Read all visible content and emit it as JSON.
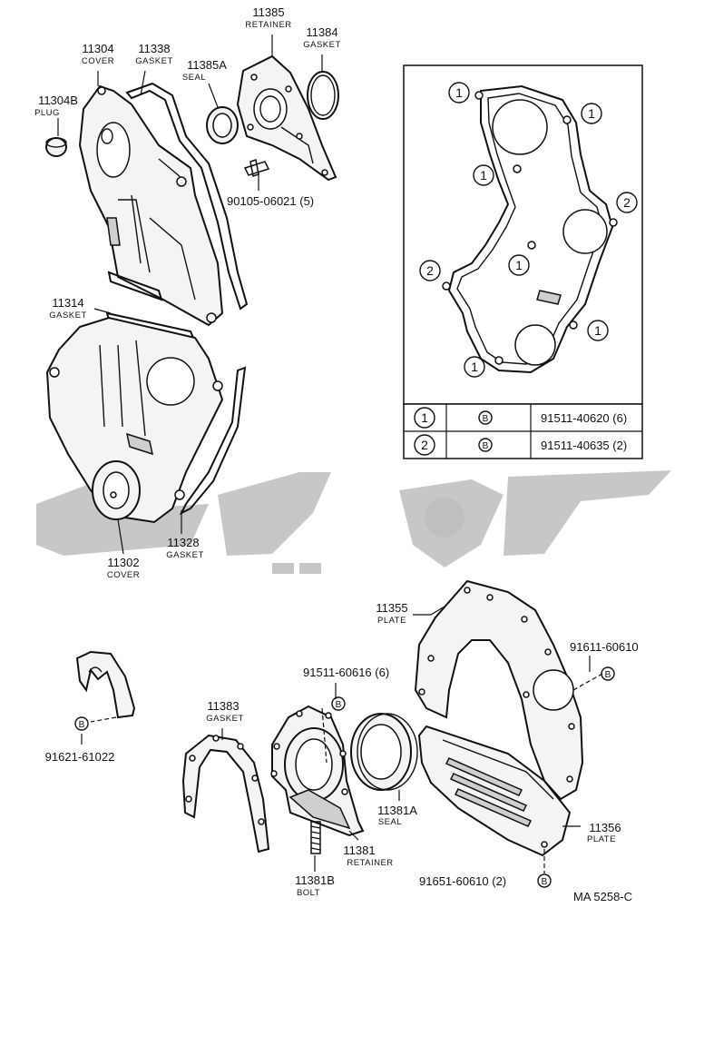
{
  "callouts": {
    "c11304": {
      "number": "11304",
      "name": "COVER"
    },
    "c11338": {
      "number": "11338",
      "name": "GASKET"
    },
    "c11385": {
      "number": "11385",
      "name": "RETAINER"
    },
    "c11384": {
      "number": "11384",
      "name": "GASKET"
    },
    "c11385A": {
      "number": "11385A",
      "name": "SEAL"
    },
    "c11304B": {
      "number": "11304B",
      "name": "PLUG"
    },
    "c90105": {
      "number": "90105-06021 (5)"
    },
    "c11314": {
      "number": "11314",
      "name": "GASKET"
    },
    "c11328": {
      "number": "11328",
      "name": "GASKET"
    },
    "c11302": {
      "number": "11302",
      "name": "COVER"
    },
    "c11355": {
      "number": "11355",
      "name": "PLATE"
    },
    "c91611": {
      "number": "91611-60610"
    },
    "c91511_60616": {
      "number": "91511-60616 (6)"
    },
    "c11383": {
      "number": "11383",
      "name": "GASKET"
    },
    "c91621": {
      "number": "91621-61022"
    },
    "c11381A": {
      "number": "11381A",
      "name": "SEAL"
    },
    "c11381": {
      "number": "11381",
      "name": "RETAINER"
    },
    "c11381B": {
      "number": "11381B",
      "name": "BOLT"
    },
    "c11356": {
      "number": "11356",
      "name": "PLATE"
    },
    "c91651": {
      "number": "91651-60610 (2)"
    }
  },
  "inset_markers": {
    "one": "1",
    "two": "2"
  },
  "legend": {
    "symbol": "B",
    "rows": [
      {
        "marker": "1",
        "symbol": "B",
        "part": "91511-40620 (6)"
      },
      {
        "marker": "2",
        "symbol": "B",
        "part": "91511-40635 (2)"
      }
    ]
  },
  "drawing_code": "MA  5258-C"
}
